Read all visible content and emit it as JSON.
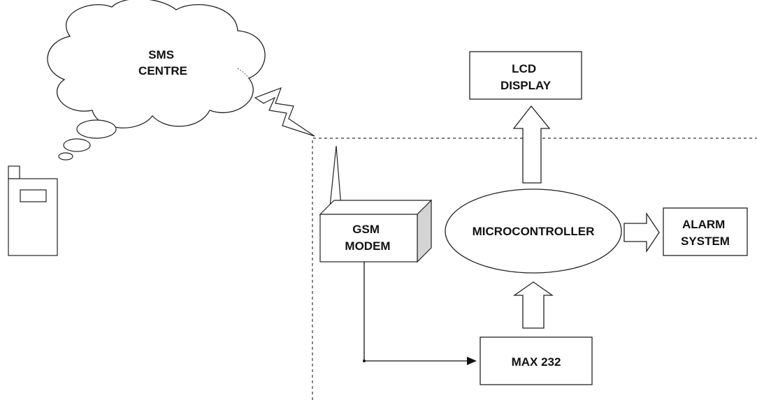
{
  "labels": {
    "sms_centre": [
      "SMS",
      "CENTRE"
    ],
    "lcd_display": [
      "LCD",
      "DISPLAY"
    ],
    "gsm_modem": [
      "GSM",
      "MODEM"
    ],
    "microcontroller": "MICROCONTROLLER",
    "alarm_system": [
      "ALARM",
      "SYSTEM"
    ],
    "max232": "MAX 232"
  },
  "icons": {
    "phone": "mobile-phone-icon",
    "cloud": "cloud-icon",
    "lightning": "lightning-bolt-icon",
    "antenna": "antenna-icon"
  }
}
